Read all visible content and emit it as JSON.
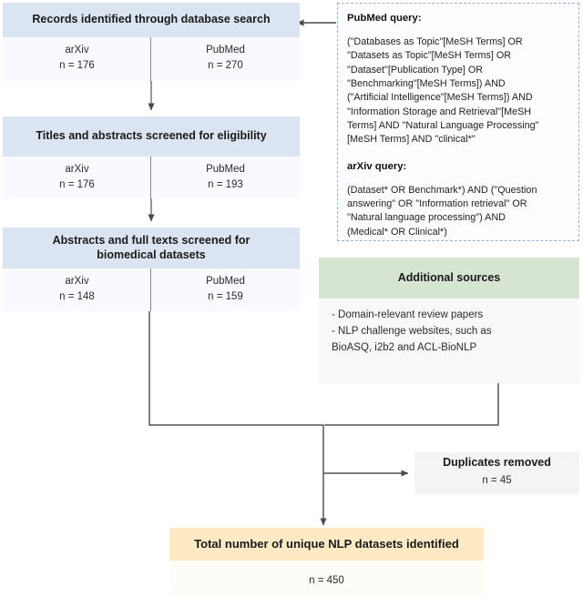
{
  "diagram": {
    "title": "PRISMA-style dataset identification flow",
    "colors": {
      "header_blue": "#dbe5f1",
      "header_green": "#d6e4d2",
      "header_yellow": "#fdeac4",
      "header_grey": "#f4f4f4",
      "subrow": "#f8fafd",
      "line": "#555555",
      "dashed_border": "#9bb0d0"
    }
  },
  "boxes": {
    "records_identified": {
      "header": "Records identified through database search",
      "sources": [
        {
          "name": "arXiv",
          "count": "n = 176"
        },
        {
          "name": "PubMed",
          "count": "n = 270"
        }
      ]
    },
    "titles_abstracts": {
      "header": "Titles and abstracts screened for eligibility",
      "sources": [
        {
          "name": "arXiv",
          "count": "n = 176"
        },
        {
          "name": "PubMed",
          "count": "n = 193"
        }
      ]
    },
    "abstracts_fulltext": {
      "header": "Abstracts and full texts screened for biomedical datasets",
      "sources": [
        {
          "name": "arXiv",
          "count": "n = 148"
        },
        {
          "name": "PubMed",
          "count": "n = 159"
        }
      ]
    },
    "additional_sources": {
      "header": "Additional sources",
      "items": [
        "- Domain-relevant review papers",
        "- NLP challenge websites, such as",
        "BioASQ, i2b2 and ACL-BioNLP"
      ]
    },
    "duplicates_removed": {
      "header": "Duplicates removed",
      "count": "n = 45"
    },
    "total_unique": {
      "header": "Total number of unique NLP datasets identified",
      "count": "n = 450"
    }
  },
  "query_panel": {
    "pubmed_title": "PubMed query:",
    "pubmed_lines": [
      " (\"Databases as Topic\"[MeSH Terms] OR",
      "\"Datasets as Topic\"[MeSH Terms] OR",
      "\"Dataset\"[Publication Type] OR",
      "\"Benchmarking\"[MeSH Terms]) AND",
      "(\"Artificial Intelligence\"[MeSH Terms]) AND",
      "\"Information Storage and Retrieval\"[MeSH",
      "Terms] AND \"Natural Language Processing\"",
      "[MeSH Terms] AND \"clinical*\""
    ],
    "arxiv_title": "arXiv query:",
    "arxiv_lines": [
      "(Dataset* OR Benchmark*) AND (\"Question",
      "answering\" OR \"Information retrieval\" OR",
      "\"Natural language processing\") AND",
      "(Medical* OR Clinical*)"
    ]
  }
}
